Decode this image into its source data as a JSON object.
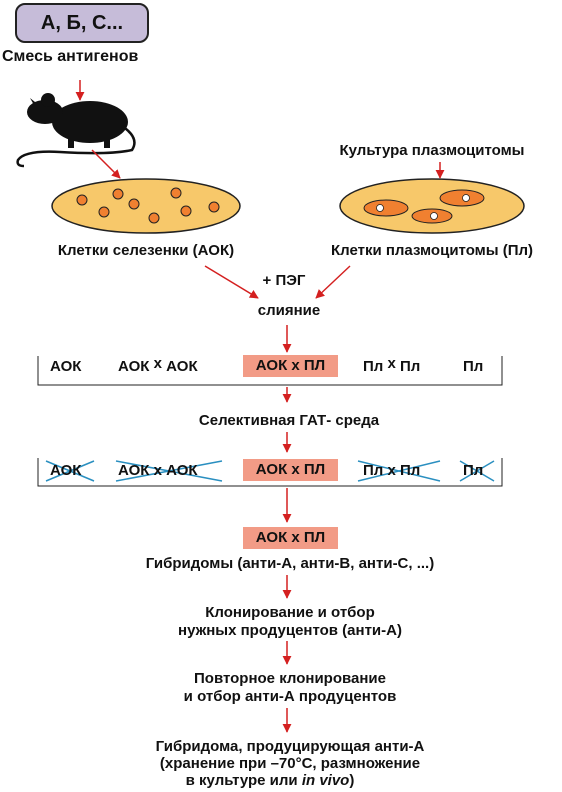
{
  "antigens_box": "А, Б, С...",
  "antigen_mixture": "Смесь антигенов",
  "plasmacytoma_culture": "Культура плазмоцитомы",
  "spleen_cells": "Клетки селезенки (АОК)",
  "plasmacytoma_cells": "Клетки плазмоцитомы (Пл)",
  "peg": "+ ПЭГ",
  "fusion": "слияние",
  "row1": {
    "aok": "АОК",
    "aok_aok_left": "АОК",
    "aok_aok_x": "x",
    "aok_aok_right": "АОК",
    "aok_pl": "АОК x ПЛ",
    "pl_pl_left": "Пл",
    "pl_pl_x": "x",
    "pl_pl_right": "Пл",
    "pl": "Пл"
  },
  "selective_medium": "Селективная ГАТ- среда",
  "row2": {
    "aok": "АОК",
    "aok_aok": "АОК x АОК",
    "aok_pl": "АОК x ПЛ",
    "pl_pl": "Пл x Пл",
    "pl": "Пл"
  },
  "selected_hybrid": "АОК x ПЛ",
  "hybridomas": "Гибридомы (анти-А, анти-В, анти-С, ...)",
  "cloning_1": "Клонирование и отбор",
  "cloning_2": "нужных продуцентов (анти-А)",
  "recloning_1": "Повторное клонирование",
  "recloning_2": "и отбор анти-А продуцентов",
  "final_1": "Гибридома, продуцирующая анти-А",
  "final_2": "(хранение при –70°С, размножение",
  "final_3_prefix": "в культуре или ",
  "final_3_italic": "in vivo",
  "final_3_suffix": ")",
  "colors": {
    "arrow": "#d42020",
    "highlight": "#f29b86",
    "dish_fill": "#f7c86a",
    "cell_fill": "#f08030",
    "antigen_box": "#c6bcd9",
    "cross": "#2a8fc0"
  }
}
